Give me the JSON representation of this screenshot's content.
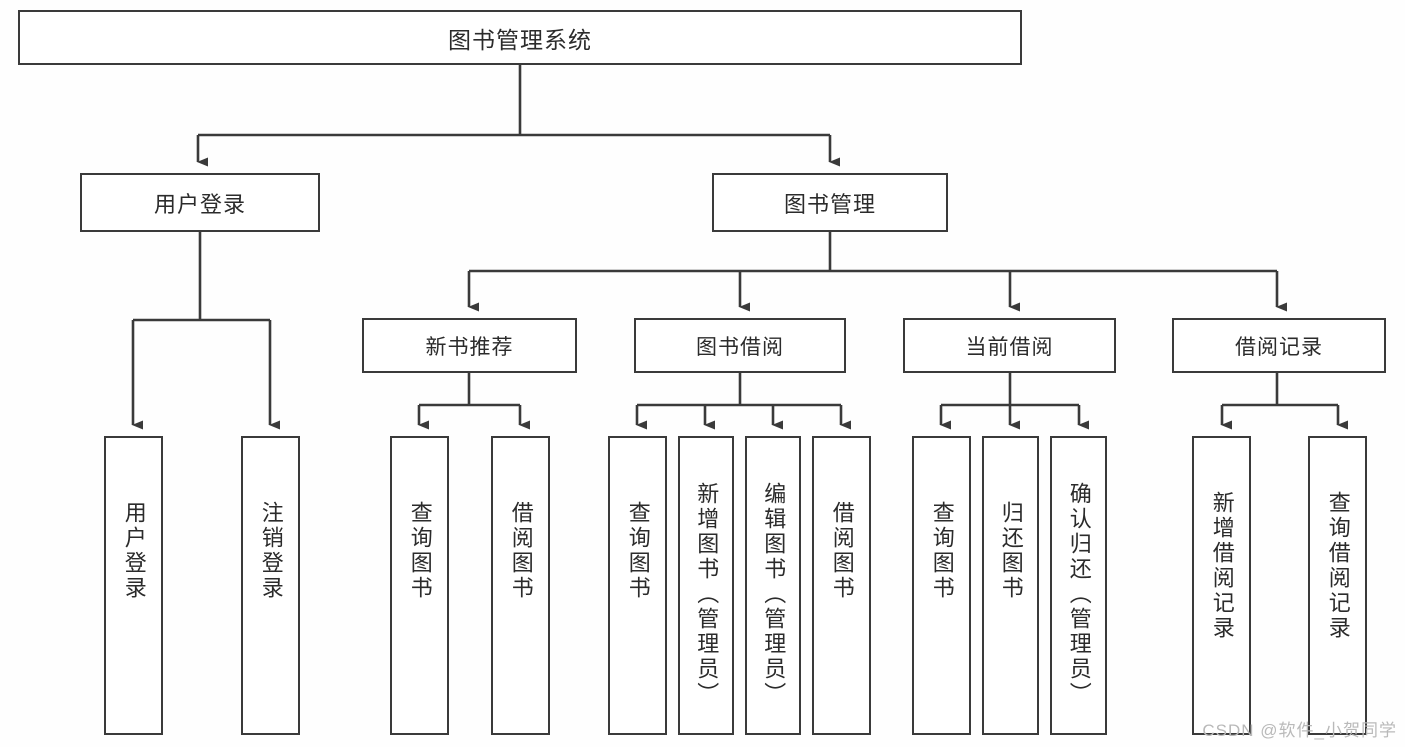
{
  "diagram": {
    "type": "tree-hierarchy",
    "title": "图书管理系统",
    "root": {
      "id": "root",
      "label": "图书管理系统"
    },
    "level1": [
      {
        "id": "user-login",
        "label": "用户登录"
      },
      {
        "id": "book-manage",
        "label": "图书管理"
      }
    ],
    "level2": [
      {
        "id": "new-book-rec",
        "label": "新书推荐",
        "parent": "book-manage"
      },
      {
        "id": "book-borrow",
        "label": "图书借阅",
        "parent": "book-manage"
      },
      {
        "id": "current-borrow",
        "label": "当前借阅",
        "parent": "book-manage"
      },
      {
        "id": "borrow-record",
        "label": "借阅记录",
        "parent": "book-manage"
      }
    ],
    "leaves": [
      {
        "id": "leaf-user-login",
        "label": "用户登录",
        "parent": "user-login"
      },
      {
        "id": "leaf-logout",
        "label": "注销登录",
        "parent": "user-login"
      },
      {
        "id": "leaf-query-book-1",
        "label": "查询图书",
        "parent": "new-book-rec"
      },
      {
        "id": "leaf-borrow-book-1",
        "label": "借阅图书",
        "parent": "new-book-rec"
      },
      {
        "id": "leaf-query-book-2",
        "label": "查询图书",
        "parent": "book-borrow"
      },
      {
        "id": "leaf-add-book",
        "label": "新增图书（管理员）",
        "parent": "book-borrow"
      },
      {
        "id": "leaf-edit-book",
        "label": "编辑图书（管理员）",
        "parent": "book-borrow"
      },
      {
        "id": "leaf-borrow-book-2",
        "label": "借阅图书",
        "parent": "book-borrow"
      },
      {
        "id": "leaf-query-book-3",
        "label": "查询图书",
        "parent": "current-borrow"
      },
      {
        "id": "leaf-return-book",
        "label": "归还图书",
        "parent": "current-borrow"
      },
      {
        "id": "leaf-confirm-return",
        "label": "确认归还（管理员）",
        "parent": "current-borrow"
      },
      {
        "id": "leaf-add-record",
        "label": "新增借阅记录",
        "parent": "borrow-record"
      },
      {
        "id": "leaf-query-record",
        "label": "查询借阅记录",
        "parent": "borrow-record"
      }
    ]
  },
  "watermark": {
    "text": "CSDN @软件_小贺同学"
  },
  "colors": {
    "stroke": "#3a3a3a",
    "box_fill": "#ffffff",
    "text": "#2b2b2b",
    "background": "#fefefe",
    "watermark": "#b9b9b9"
  }
}
